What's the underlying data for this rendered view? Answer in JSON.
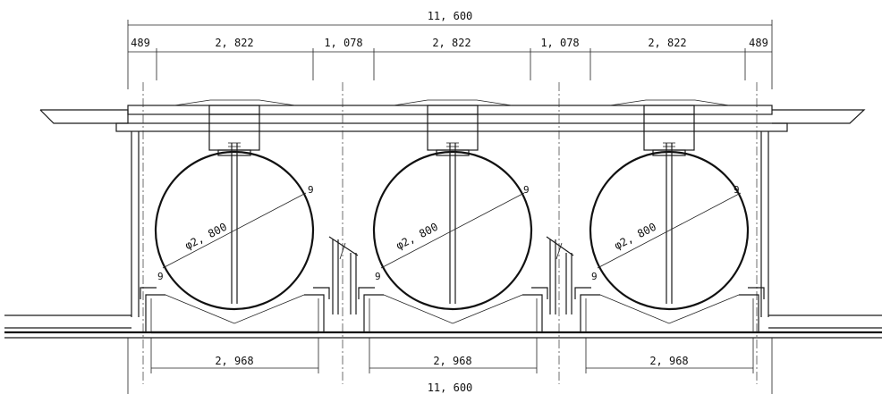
{
  "dimensions": {
    "overall_top": "11, 600",
    "overall_bottom": "11, 600",
    "top_segments": [
      "489",
      "2, 822",
      "1, 078",
      "2, 822",
      "1, 078",
      "2, 822",
      "489"
    ],
    "saddle_width": "2, 968"
  },
  "tank": {
    "diameter_label": "φ2, 800",
    "wall_label": "9",
    "count": 3
  },
  "colors": {
    "line": "#111111",
    "background": "#ffffff"
  }
}
